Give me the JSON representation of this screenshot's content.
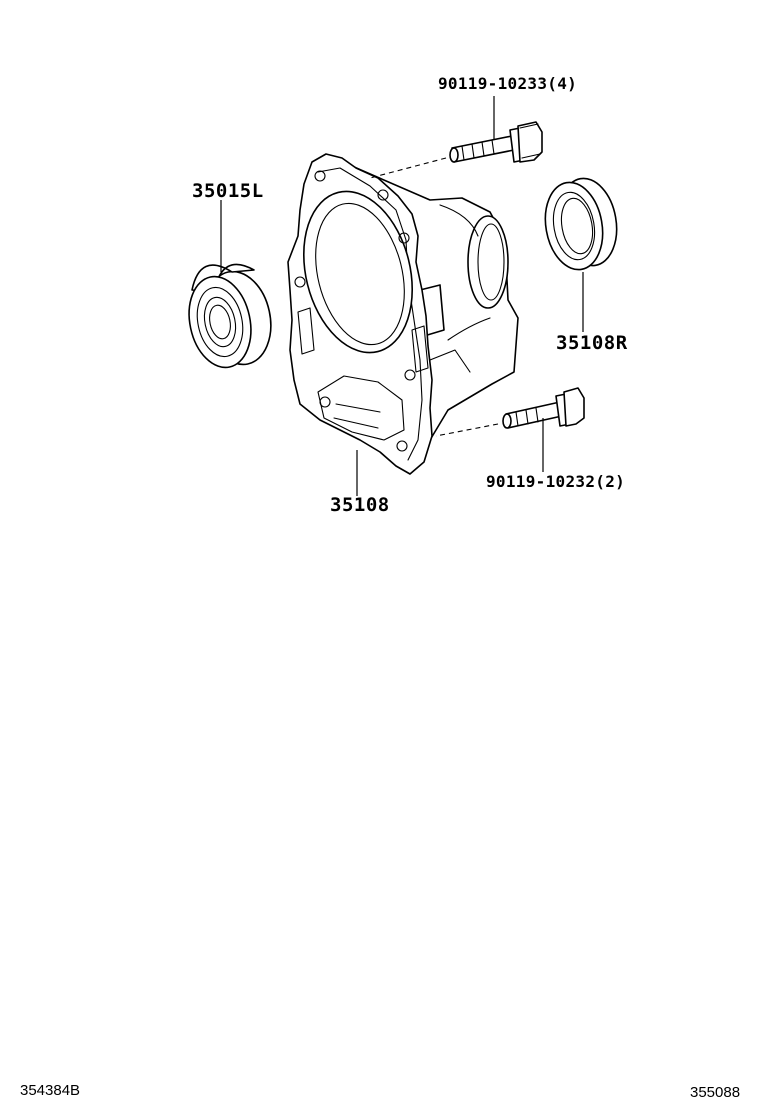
{
  "parts": {
    "bolt_upper": "90119-10233(4)",
    "bearing_left": "35015L",
    "seal_right": "35108R",
    "bolt_lower": "90119-10232(2)",
    "housing": "35108"
  },
  "corner_codes": {
    "left": "354384B",
    "right": "355088"
  },
  "icons": {
    "housing": "transfer-extension-housing-icon",
    "bearing": "ball-bearing-icon",
    "seal": "oil-seal-icon",
    "bolt": "flange-bolt-icon"
  }
}
